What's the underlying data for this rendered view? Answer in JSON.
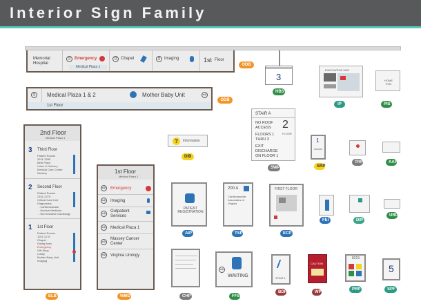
{
  "header": {
    "title": "Interior Sign Family"
  },
  "overhead_sign_1": {
    "hospital": "Memorial Hospital",
    "emergency": "Emergency",
    "medical_plaza": "Medical Plaza 1",
    "chapel": "Chapel",
    "imaging": "Imaging",
    "first_floor_num": "1st",
    "first_floor_word": "Floor",
    "code": "ODB"
  },
  "overhead_sign_2": {
    "title": "Medical Plaza 1 & 2",
    "floor": "1st Floor",
    "unit": "Mother Baby Unit",
    "code": "ODB"
  },
  "hanging_sign": {
    "number": "3",
    "code": "HBS"
  },
  "ip_sign": {
    "header": "EVACUATION MAP",
    "code": "IP"
  },
  "pis_sign": {
    "text": "HOME POD",
    "code": "PIS"
  },
  "stair_sign": {
    "title": "STAIR A",
    "no_roof": "NO ROOF ACCESS",
    "floors": "FLOORS 1 THRU 3",
    "exit": "EXIT DISCHARGE ON FLOOR 1",
    "number": "2",
    "floor_word": "FLOOR",
    "code": "SWP"
  },
  "directory_large": {
    "title": "2nd Floor",
    "subtitle": "Medical Plaza 1",
    "f3_num": "3",
    "f3_label": "Third Floor",
    "f3_items": [
      "Patient Rooms",
      "3101-3285",
      "Birth Place",
      "Labor & Delivery",
      "Medical Care Center",
      "Nursery"
    ],
    "f2_num": "2",
    "f2_label": "Second Floor",
    "f2_items": [
      "Patient Rooms",
      "2101-2275",
      "Critical Care Unit",
      "Diagnostics",
      "- Cardiovascular",
      "- Nuclear Medicine",
      "- Non-Invasive Cardiology"
    ],
    "f1_num": "1",
    "f1_label": "1st Floor",
    "f1_items": [
      "Patient Rooms",
      "1101-1175",
      "Chapel",
      "Dining Area",
      "Emergency",
      "Gift Shop",
      "Lobby",
      "Mother Baby Unit",
      "Imaging"
    ],
    "code": "ELB"
  },
  "directory_wall": {
    "title": "1st Floor",
    "subtitle": "Medical Plaza 1",
    "items": [
      "Emergency",
      "Imaging",
      "Outpatient Services",
      "Medical Plaza 1",
      "Massey Cancer Center",
      "Virginia Urology"
    ],
    "code": "WMD"
  },
  "info_sign": {
    "icon": "?",
    "text": "Information",
    "code": "DIB"
  },
  "aip_sign": {
    "text": "PATIENT REGISTRATION",
    "code": "AIP"
  },
  "tsp_sign": {
    "number": "200 A",
    "text": "Cardiovascular Associates of Virginia",
    "code": "TSP"
  },
  "ecp_sign": {
    "title": "FIRST FLOOR",
    "code": "ECP"
  },
  "srp_sign": {
    "number": "1",
    "code": "SRP"
  },
  "trp_sign": {
    "code": "TRP"
  },
  "aap_sign": {
    "code": "AAP"
  },
  "fei_sign": {
    "code": "FEI"
  },
  "dip_sign": {
    "code": "DIP"
  },
  "urp_sign": {
    "code": "URP"
  },
  "chp_sign": {
    "code": "CHP"
  },
  "ffs_sign": {
    "text": "WAITING",
    "code": "FFS"
  },
  "bdp_sign": {
    "text": "STAIR 1",
    "code": "BDP"
  },
  "wp_sign": {
    "text": "CAUTION",
    "code": "WP"
  },
  "prp_sign": {
    "number": "8215",
    "code": "PRP"
  },
  "spf_sign": {
    "number": "5",
    "code": "SPF"
  },
  "colors": {
    "header_bg": "#58595b",
    "accent": "#55c7b9",
    "frame": "#6b5a50",
    "tag_orange": "#f29526",
    "tag_green": "#2f8f48",
    "tag_yellow": "#f6d21c"
  }
}
